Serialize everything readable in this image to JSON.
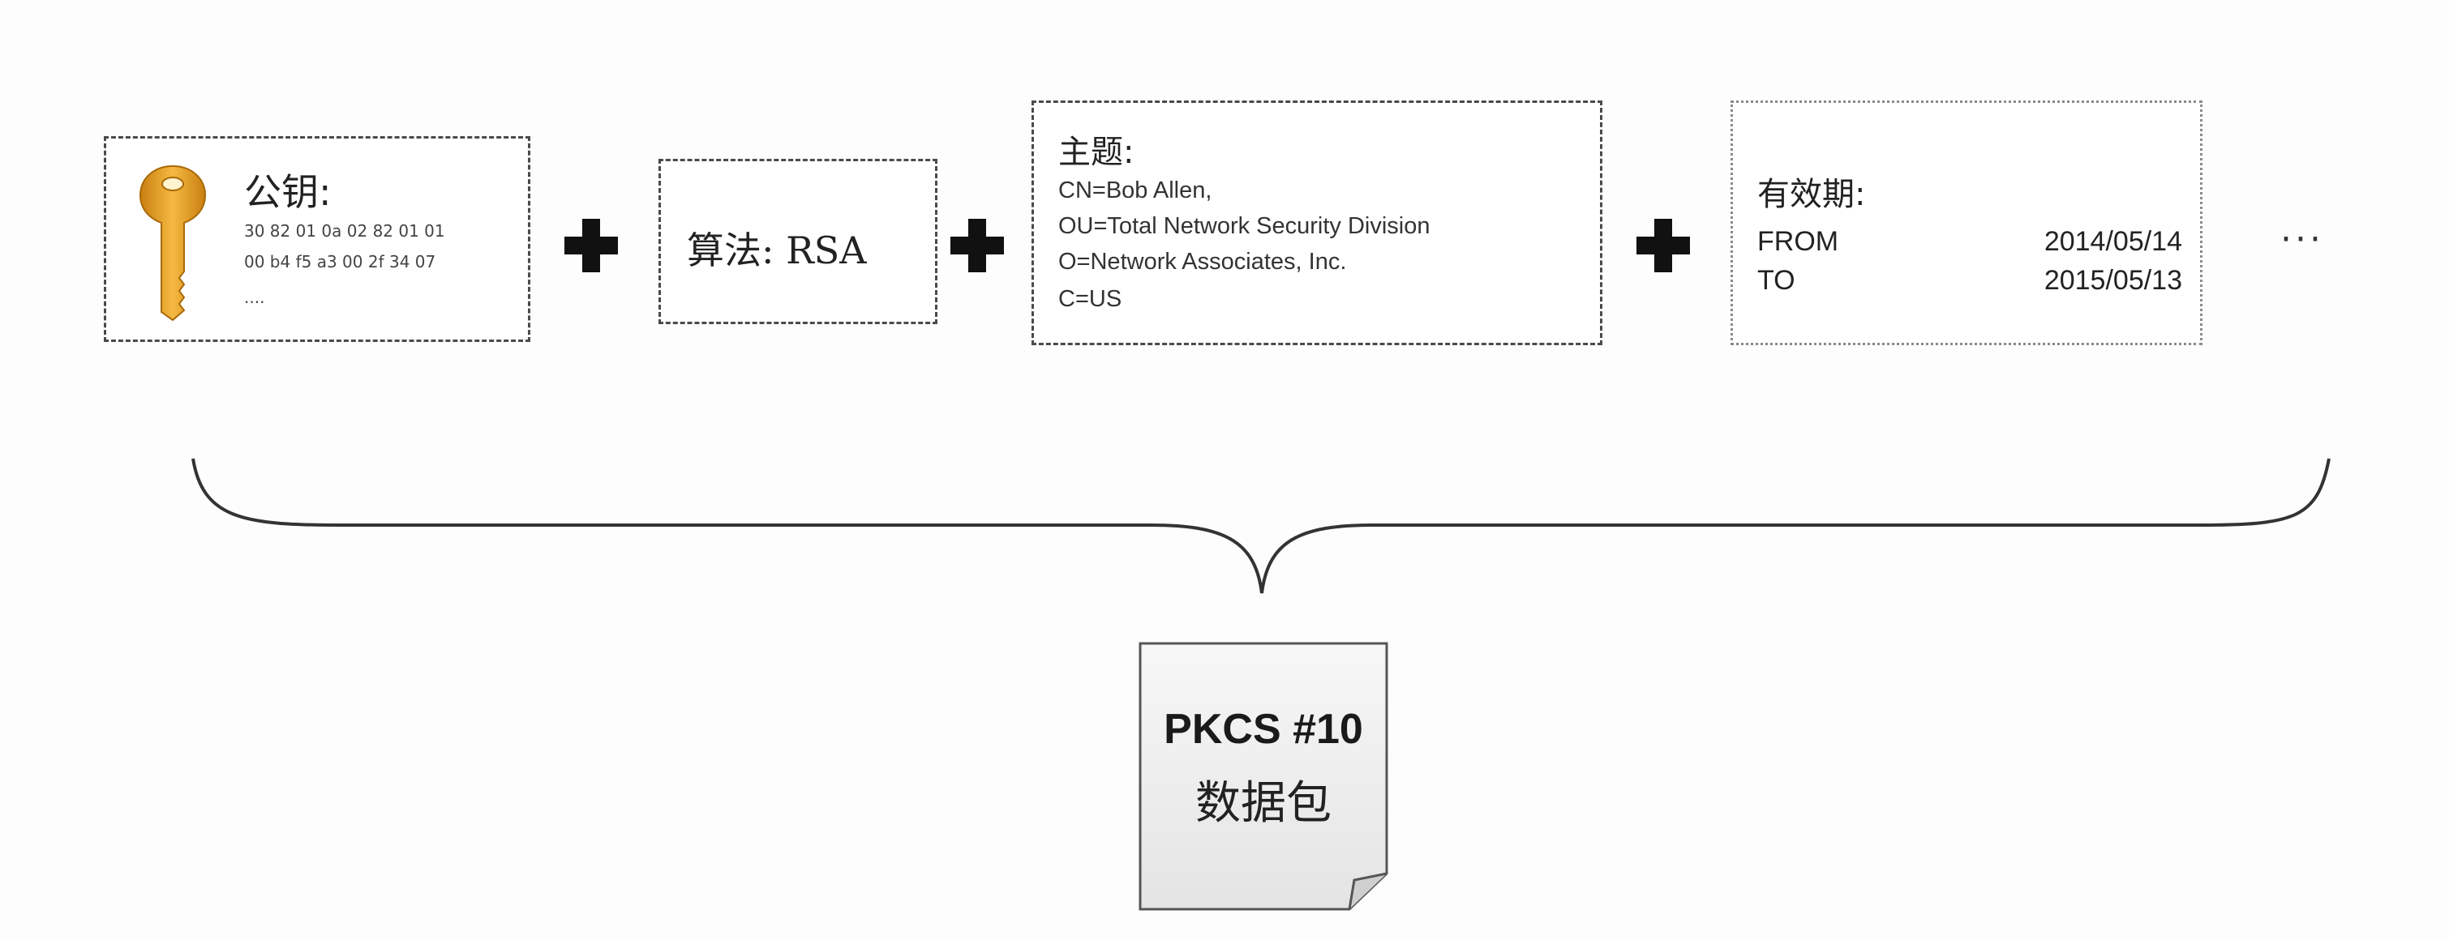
{
  "public_key": {
    "title": "公钥:",
    "hex_line1": "30 82 01 0a 02 82 01 01",
    "hex_line2": "00 b4 f5 a3 00 2f 34 07",
    "hex_line3": "....",
    "icon": "key-icon"
  },
  "algorithm": {
    "text": "算法: RSA"
  },
  "subject": {
    "title": "主题:",
    "cn": "CN=Bob Allen,",
    "ou": "OU=Total Network Security Division",
    "o": "O=Network Associates, Inc.",
    "c": "C=US"
  },
  "validity": {
    "title": "有效期:",
    "from_label": "FROM",
    "from_date": "2014/05/14",
    "to_label": "TO",
    "to_date": "2015/05/13"
  },
  "ellipsis": "···",
  "output": {
    "line1": "PKCS #10",
    "line2": "数据包",
    "icon": "document-icon"
  },
  "colors": {
    "key": "#e8a52a",
    "border": "#4a4a4a",
    "plus": "#111111"
  }
}
